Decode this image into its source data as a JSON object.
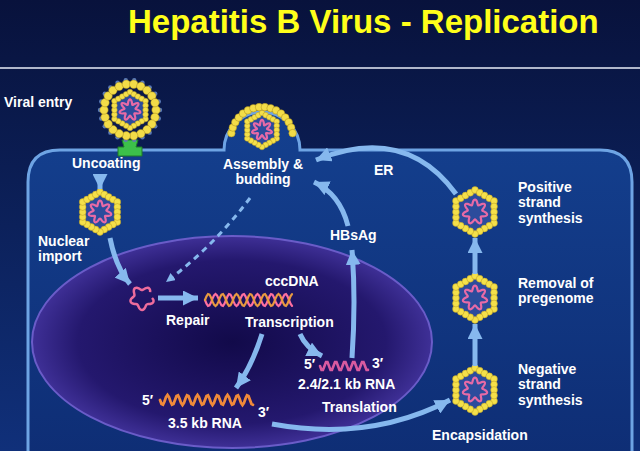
{
  "diagram": {
    "title": "Hepatitis B Virus - Replication",
    "labels": [
      "Viral entry",
      "Uncoating",
      "Assembly & budding",
      "ER",
      "Positive strand synthesis",
      "Nuclear import",
      "HBsAg",
      "Removal of pregenome",
      "cccDNA",
      "Repair",
      "Transcription",
      "5′",
      "3′",
      "2.4/2.1 kb RNA",
      "5′",
      "3′",
      "3.5 kb RNA",
      "Translation",
      "Negative strand synthesis",
      "Encapsidation"
    ]
  }
}
